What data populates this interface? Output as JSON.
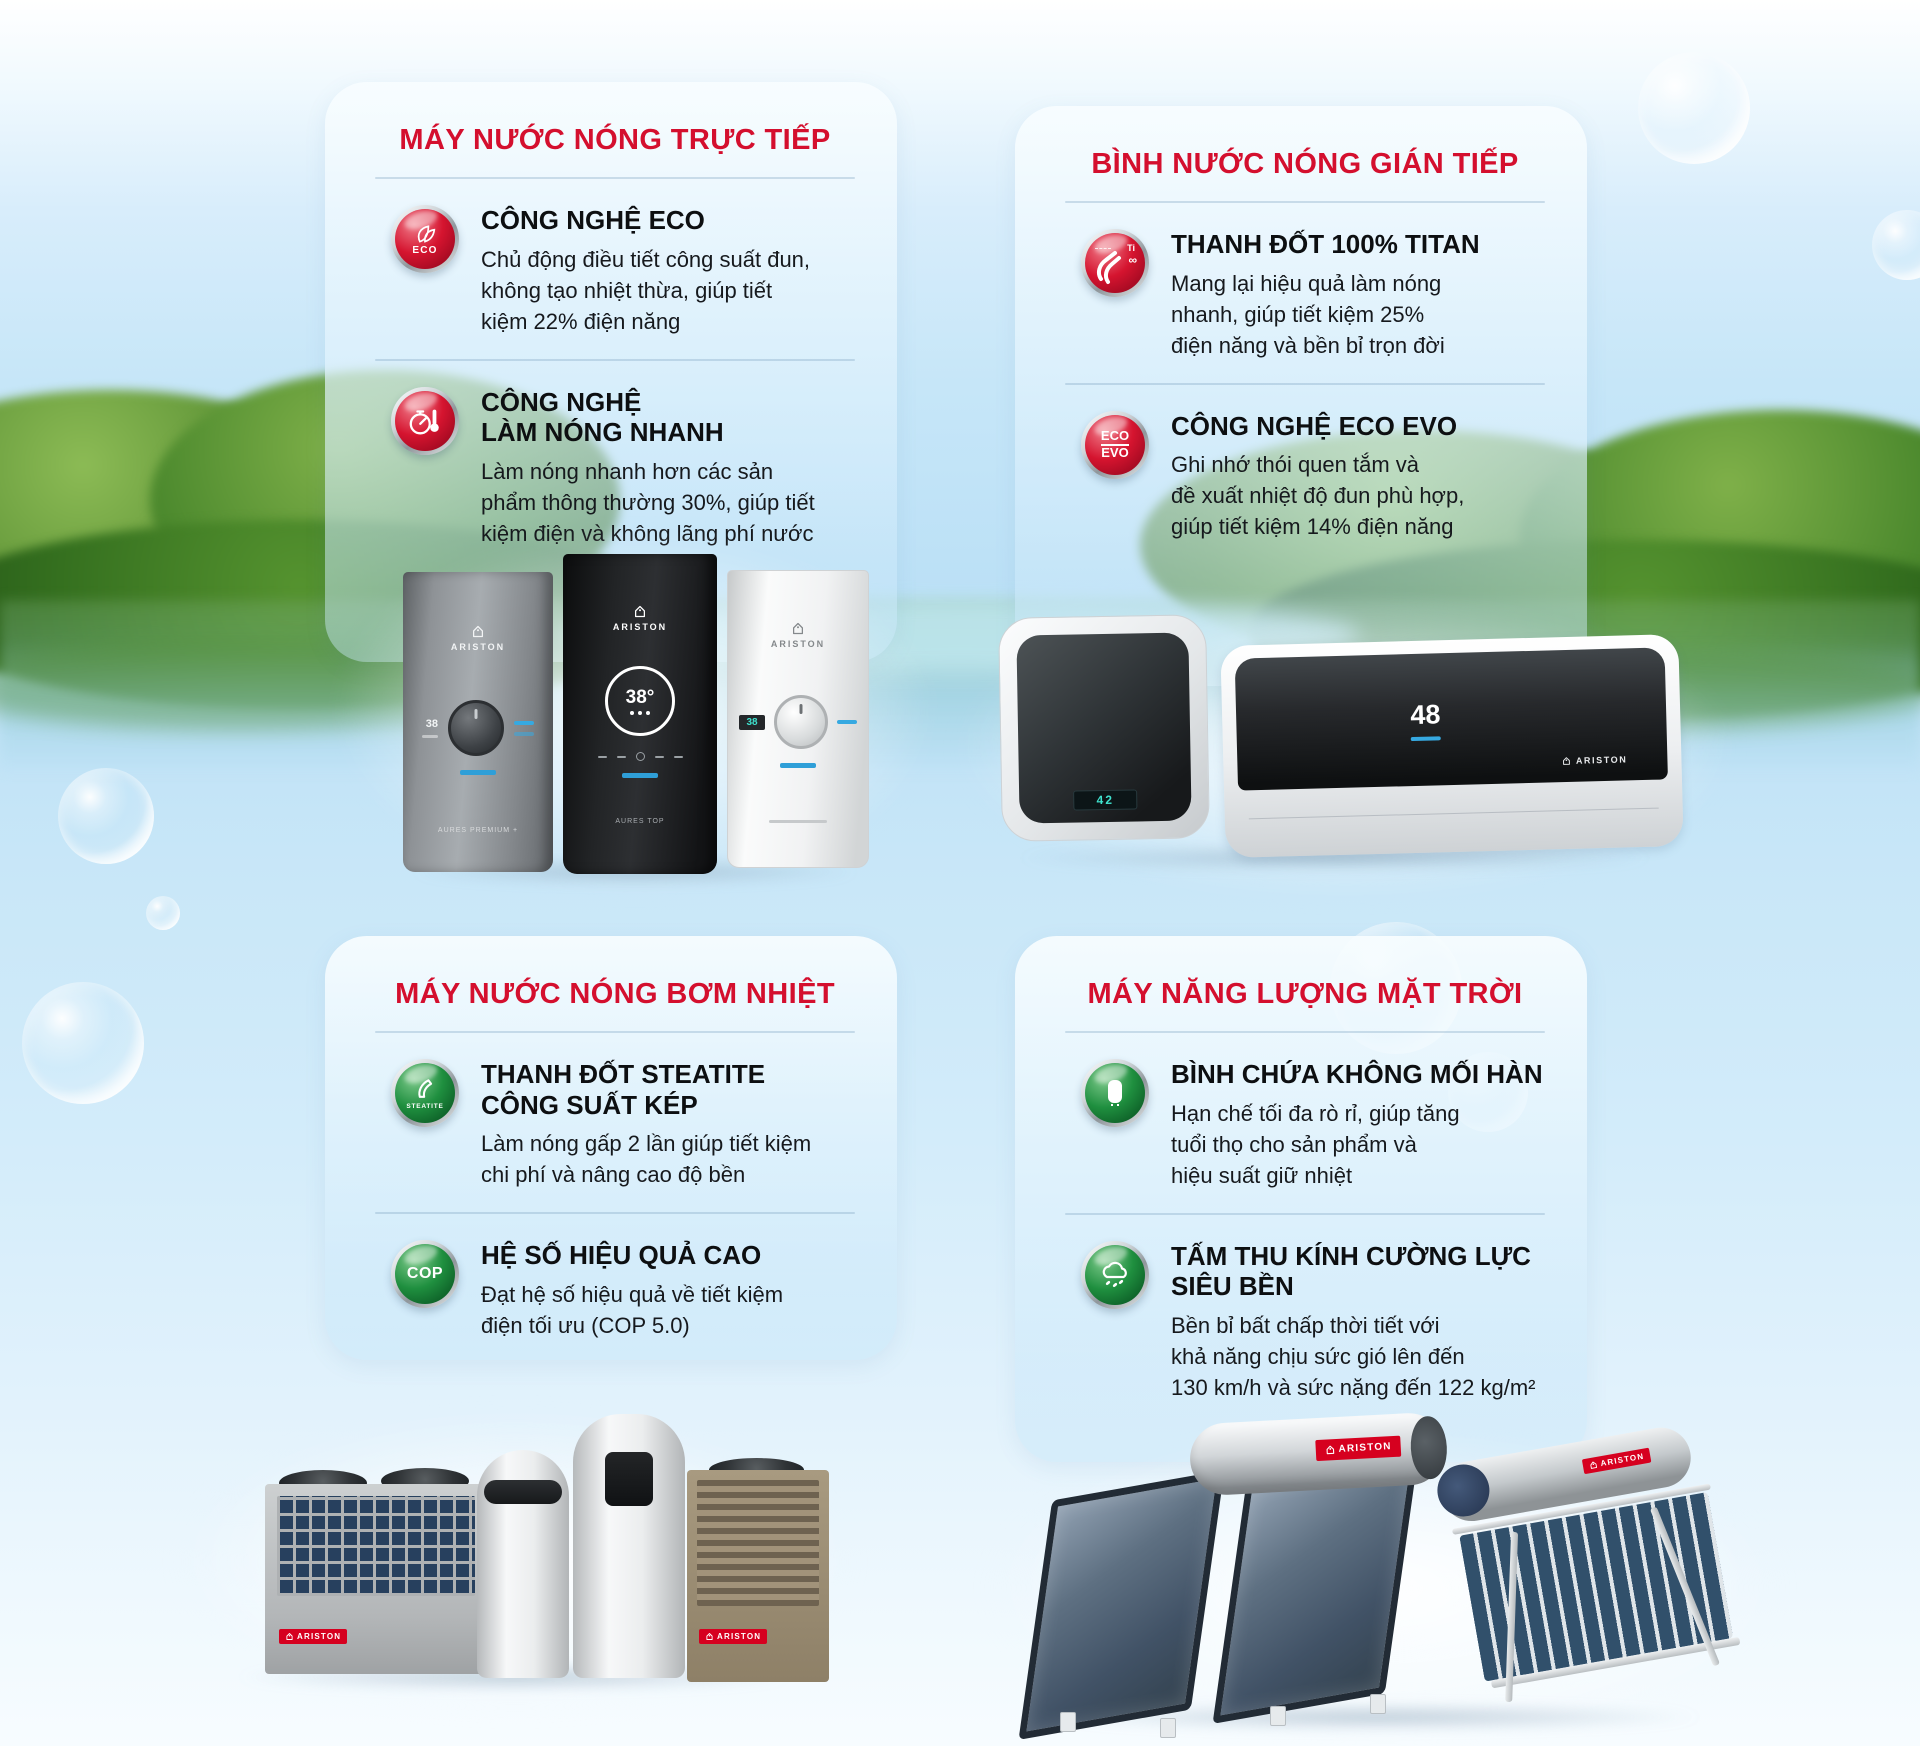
{
  "colors": {
    "accent_red": "#D40F2E",
    "badge_red": "#C8102E",
    "badge_green": "#1D8A3C",
    "sky_blue": "#BFE2F6",
    "led_blue": "#36A9E1"
  },
  "cards": [
    {
      "title": "MÁY NƯỚC NÓNG TRỰC TIẾP",
      "features": [
        {
          "badge": {
            "color": "red",
            "icon": "eco-leaves",
            "label": "ECO"
          },
          "title_lines": [
            "CÔNG NGHỆ ECO"
          ],
          "desc_lines": [
            "Chủ động điều tiết công suất đun,",
            "không tạo nhiệt thừa, giúp tiết",
            "kiệm 22% điện năng"
          ]
        },
        {
          "badge": {
            "color": "red",
            "icon": "stopwatch-thermometer"
          },
          "title_lines": [
            "CÔNG NGHỆ",
            "LÀM NÓNG NHANH"
          ],
          "desc_lines": [
            "Làm nóng nhanh hơn các sản",
            "phẩm thông thường 30%, giúp tiết",
            "kiệm điện và không lãng phí nước"
          ]
        }
      ]
    },
    {
      "title": "BÌNH NƯỚC NÓNG GIÁN TIẾP",
      "features": [
        {
          "badge": {
            "color": "red",
            "icon": "titan-heating-rod",
            "label": "Ti",
            "label2": "∞"
          },
          "title_lines": [
            "THANH ĐỐT 100% TITAN"
          ],
          "desc_lines": [
            "Mang lại hiệu quả làm nóng",
            "nhanh, giúp tiết kiệm 25%",
            "điện năng và bền bỉ trọn đời"
          ]
        },
        {
          "badge": {
            "color": "red",
            "icon": "eco-evo",
            "label": "ECO",
            "label2": "EVO"
          },
          "title_lines": [
            "CÔNG NGHỆ ECO EVO"
          ],
          "desc_lines": [
            "Ghi nhớ thói quen tắm và",
            "đề xuất nhiệt độ đun phù hợp,",
            "giúp tiết kiệm 14% điện năng"
          ]
        }
      ]
    },
    {
      "title": "MÁY NƯỚC NÓNG BƠM NHIỆT",
      "features": [
        {
          "badge": {
            "color": "green",
            "icon": "steatite-heating-rod",
            "label": "STEATITE"
          },
          "title_lines": [
            "THANH ĐỐT STEATITE",
            "CÔNG SUẤT KÉP"
          ],
          "desc_lines": [
            "Làm nóng gấp 2 lần giúp tiết kiệm",
            "chi phí và nâng cao độ bền"
          ]
        },
        {
          "badge": {
            "color": "green",
            "icon": "cop-text",
            "label": "COP"
          },
          "title_lines": [
            "HỆ SỐ HIỆU QUẢ CAO"
          ],
          "desc_lines": [
            "Đạt hệ số hiệu quả về tiết kiệm",
            "điện tối ưu (COP 5.0)"
          ]
        }
      ]
    },
    {
      "title": "MÁY NĂNG LƯỢNG MẶT TRỜI",
      "features": [
        {
          "badge": {
            "color": "green",
            "icon": "welded-tank"
          },
          "title_lines": [
            "BÌNH CHỨA KHÔNG MỐI HÀN"
          ],
          "desc_lines": [
            "Hạn chế tối đa rò rỉ, giúp tăng",
            "tuổi thọ cho sản phẩm và",
            "hiệu suất giữ nhiệt"
          ]
        },
        {
          "badge": {
            "color": "green",
            "icon": "weather-cloud"
          },
          "title_lines": [
            "TẤM THU KÍNH CƯỜNG LỰC",
            "SIÊU BỀN"
          ],
          "desc_lines": [
            "Bền bỉ bất chấp thời tiết với",
            "khả năng chịu sức gió lên đến",
            "130 km/h và sức nặng đến 122 kg/m²"
          ]
        }
      ]
    }
  ],
  "products": {
    "brand": "ARISTON",
    "instant": {
      "gray_display": "38",
      "gray_model": "AURES PREMIUM +",
      "black_display": "38°",
      "black_model": "AURES TOP"
    },
    "storage": {
      "square_display": "42",
      "wide_display": "48"
    }
  }
}
